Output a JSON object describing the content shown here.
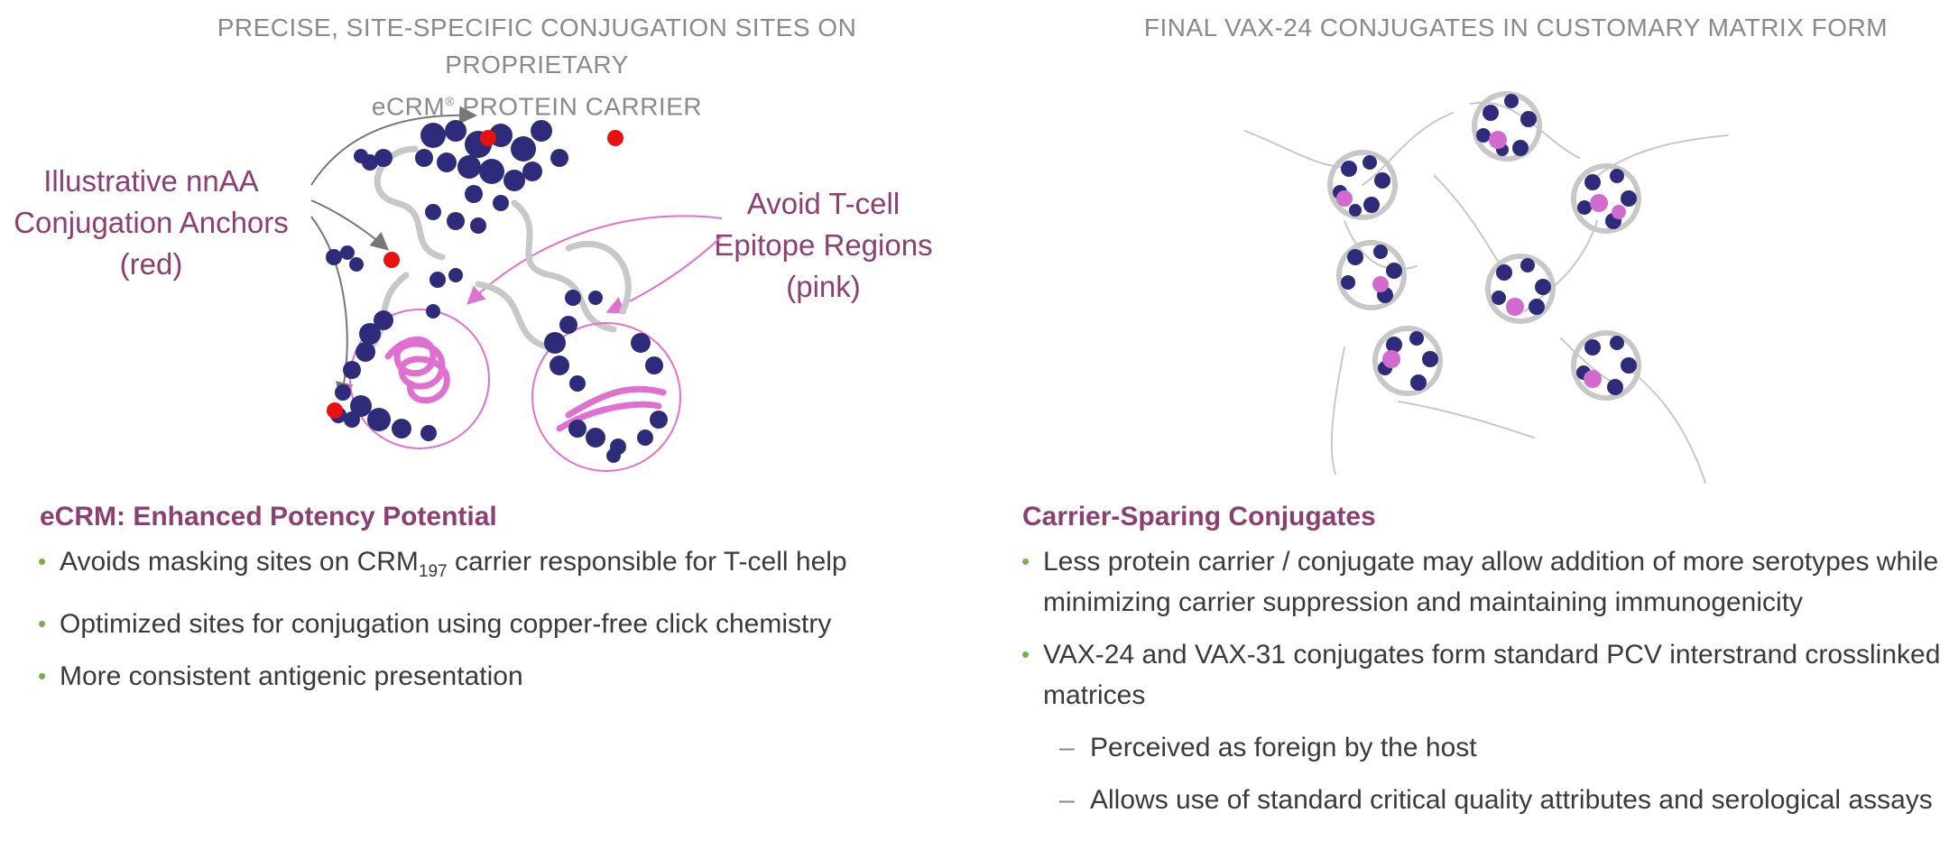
{
  "left": {
    "heading_line1": "PRECISE, SITE-SPECIFIC CONJUGATION SITES ON PROPRIETARY",
    "heading_line2_pre": "eCRM",
    "heading_line2_reg": "®",
    "heading_line2_post": " PROTEIN CARRIER",
    "annotation_anchors": [
      "Illustrative nnAA",
      "Conjugation Anchors",
      "(red)"
    ],
    "annotation_epitope": [
      "Avoid T-cell",
      "Epitope Regions",
      "(pink)"
    ],
    "section_title": "eCRM: Enhanced Potency Potential",
    "bullets": {
      "b1_pre": "Avoids masking sites on CRM",
      "b1_sub": "197",
      "b1_post": " carrier responsible for T-cell help",
      "b2": "Optimized sites for conjugation using copper-free click chemistry",
      "b3": "More consistent antigenic presentation"
    }
  },
  "right": {
    "heading": "FINAL VAX-24 CONJUGATES IN CUSTOMARY MATRIX FORM",
    "section_title": "Carrier-Sparing Conjugates",
    "bullets": {
      "b1": "Less protein carrier / conjugate may allow addition of more serotypes while minimizing carrier suppression and maintaining immunogenicity",
      "b2": "VAX-24 and VAX-31 conjugates form standard PCV interstrand crosslinked matrices",
      "s1": "Perceived as foreign by the host",
      "s2": "Allows use of standard critical quality attributes and serological assays"
    }
  },
  "colors": {
    "accent_title": "#8b3f72",
    "bullet_green": "#78b04a",
    "heading_gray": "#8a8a8a",
    "sphere_navy": "#2e2b7a",
    "anchor_red": "#e81010",
    "epitope_pink": "#e070d0"
  }
}
